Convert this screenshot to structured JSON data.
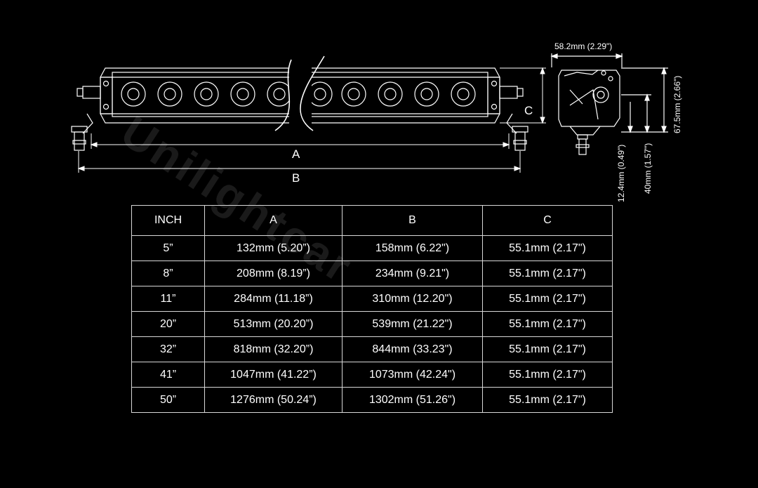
{
  "watermark": "Unilightcar",
  "dimension_labels": {
    "A": "A",
    "B": "B",
    "C": "C",
    "width": "58.2mm (2.29\")",
    "height": "67.5mm (2.66\")",
    "mount_height": "40mm (1.57\")",
    "mount_offset": "12.4mm (0.49\")"
  },
  "table": {
    "headers": [
      "INCH",
      "A",
      "B",
      "C"
    ],
    "rows": [
      [
        "5”",
        "132mm (5.20”)",
        "158mm (6.22\")",
        "55.1mm (2.17\")"
      ],
      [
        "8”",
        "208mm (8.19”)",
        "234mm (9.21\")",
        "55.1mm (2.17\")"
      ],
      [
        "11”",
        "284mm (11.18”)",
        "310mm (12.20\")",
        "55.1mm (2.17\")"
      ],
      [
        "20”",
        "513mm (20.20”)",
        "539mm (21.22\")",
        "55.1mm (2.17\")"
      ],
      [
        "32”",
        "818mm (32.20”)",
        "844mm (33.23\")",
        "55.1mm (2.17\")"
      ],
      [
        "41”",
        "1047mm (41.22”)",
        "1073mm (42.24\")",
        "55.1mm (2.17\")"
      ],
      [
        "50”",
        "1276mm (50.24”)",
        "1302mm (51.26\")",
        "55.1mm (2.17\")"
      ]
    ]
  }
}
